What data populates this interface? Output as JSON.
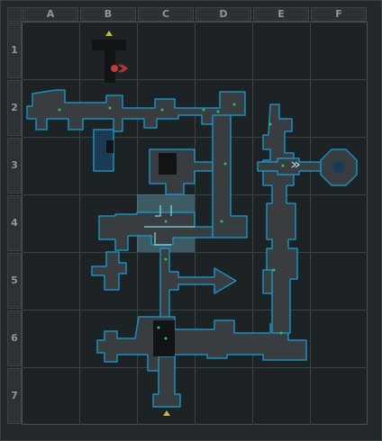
{
  "grid": {
    "columns": [
      "A",
      "B",
      "C",
      "D",
      "E",
      "F"
    ],
    "rows": [
      "1",
      "2",
      "3",
      "4",
      "5",
      "6",
      "7"
    ],
    "current_cell": "C4"
  },
  "colors": {
    "room_fill": "#3a3d40",
    "room_outline": "#1a8fbf",
    "room_dark": "#111315",
    "loot_dot": "#2fbf5a",
    "marker_entry": "#c8b44a",
    "player_marker": "#c23a3a",
    "highlight": "#7fc7d6"
  },
  "icons": {
    "entry_marker": "triangle-marker-icon",
    "player": "player-marker-icon",
    "extract": "extraction-arrow-icon"
  }
}
